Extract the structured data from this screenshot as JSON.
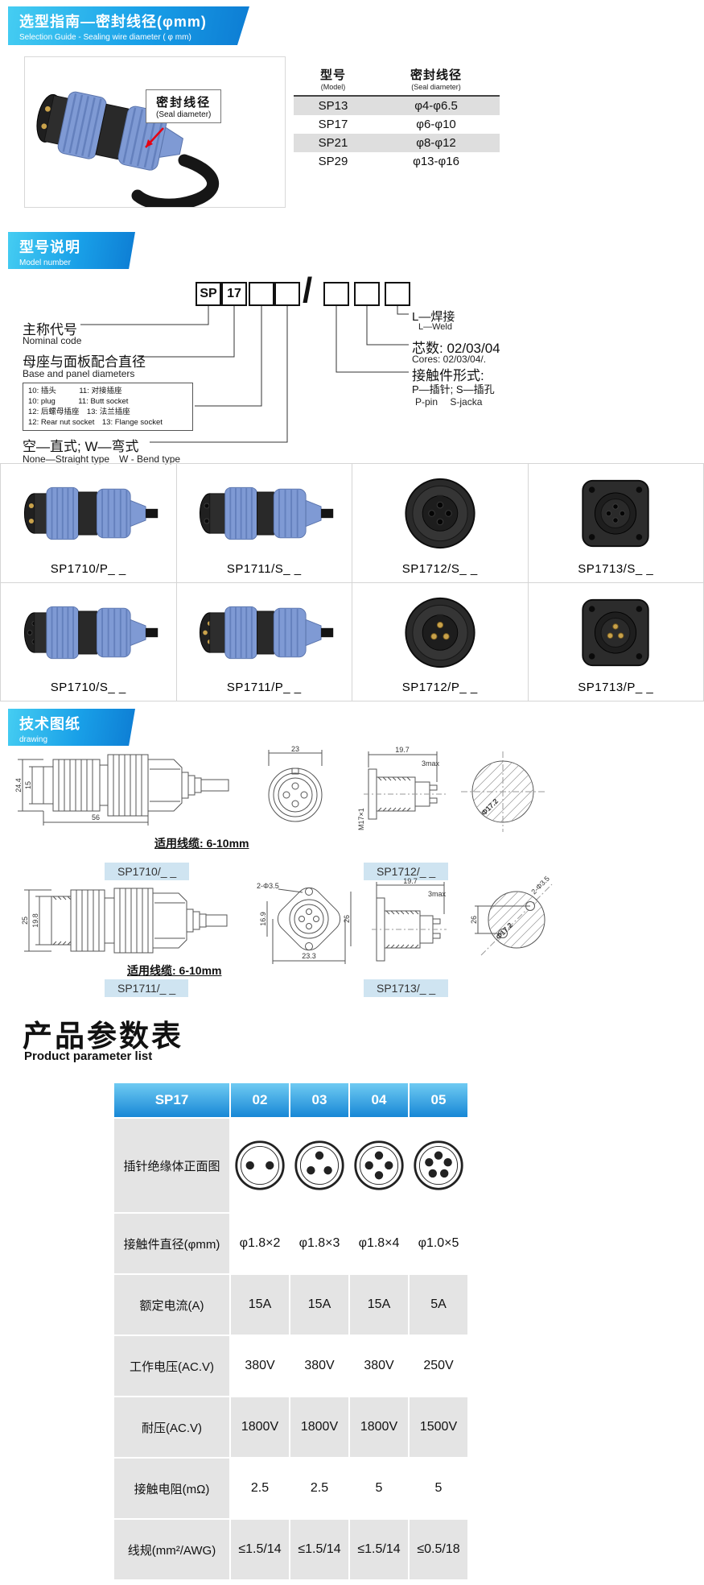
{
  "selection_guide": {
    "banner": {
      "title": "选型指南—密封线径(φmm)",
      "subtitle": "Selection Guide - Sealing wire diameter ( φ mm)"
    },
    "photo": {
      "label_cn": "密封线径",
      "label_en": "(Seal diameter)"
    },
    "table": {
      "columns": [
        {
          "title": "型号",
          "subtitle": "(Model)"
        },
        {
          "title": "密封线径",
          "subtitle": "(Seal diameter)"
        }
      ],
      "rows": [
        {
          "model": "SP13",
          "diameter": "φ4-φ6.5"
        },
        {
          "model": "SP17",
          "diameter": "φ6-φ10"
        },
        {
          "model": "SP21",
          "diameter": "φ8-φ12"
        },
        {
          "model": "SP29",
          "diameter": "φ13-φ16"
        }
      ]
    }
  },
  "model_number": {
    "banner": {
      "title": "型号说明",
      "subtitle": "Model number"
    },
    "code_boxes": [
      "SP",
      "17",
      "",
      ""
    ],
    "slash": "/",
    "suffix_boxes": [
      "",
      "",
      ""
    ],
    "left_labels": {
      "nominal_cn": "主称代号",
      "nominal_en": "Nominal code",
      "base_cn": "母座与面板配合直径",
      "base_en": "Base and panel diameters",
      "options": [
        "10: 插头　　　11: 对接插座",
        "10: plug　　　11: Butt socket",
        "12: 后螺母插座　13: 法兰插座",
        "12: Rear nut socket　13: Flange socket"
      ],
      "bend_cn": "空—直式; W—弯式",
      "bend_en": "None—Straight type　W - Bend type"
    },
    "right_labels": {
      "weld_cn": "L—焊接",
      "weld_en": "L—Weld",
      "cores_cn": "芯数: 02/03/04",
      "cores_en": "Cores: 02/03/04/.",
      "contact_cn": "接触件形式:",
      "contact_cn2": "P—插针;  S—插孔",
      "contact_en": "P-pin　 S-jacka"
    }
  },
  "products": {
    "cells": [
      {
        "label": "SP1710/P_ _"
      },
      {
        "label": "SP1711/S_ _"
      },
      {
        "label": "SP1712/S_ _"
      },
      {
        "label": "SP1713/S_ _"
      },
      {
        "label": "SP1710/S_ _"
      },
      {
        "label": "SP1711/P_ _"
      },
      {
        "label": "SP1712/P_ _"
      },
      {
        "label": "SP1713/P_ _"
      }
    ]
  },
  "drawings": {
    "banner": {
      "title": "技术图纸",
      "subtitle": "drawing"
    },
    "sp1710": {
      "label": "SP1710/_ _",
      "cable_note": "适用线缆: 6-10mm",
      "dim_height": "24.4",
      "dim_inner": "15",
      "dim_length": "56"
    },
    "front_view": {
      "dim": "23"
    },
    "sp1712": {
      "label": "SP1712/_ _",
      "dim_length": "19.7",
      "dim_panel": "3max",
      "dim_thread": "M17×1"
    },
    "cutout_round": {
      "dim": "Φ17.2"
    },
    "sp1711": {
      "label": "SP1711/_ _",
      "cable_note": "适用线缆: 6-10mm",
      "dim_height": "25",
      "dim_inner": "19.8"
    },
    "sp1713_front": {
      "dim_width": "23.3",
      "dim_inner": "16.9",
      "dim_spacing": "26",
      "dim_holes": "2-Φ3.5"
    },
    "sp1713": {
      "label": "SP1713/_ _",
      "dim_length": "19.7",
      "dim_panel": "3max"
    },
    "cutout_flange": {
      "dim_holes": "2-Φ3.5",
      "dim_hole": "Φ17.2",
      "dim_spacing": "26"
    }
  },
  "parameters": {
    "heading_cn": "产品参数表",
    "heading_en": "Product parameter list",
    "table": {
      "header": [
        "SP17",
        "02",
        "03",
        "04",
        "05"
      ],
      "pin_row_label": "插针绝缘体正面图",
      "pin_counts": [
        2,
        3,
        4,
        5
      ],
      "rows": [
        {
          "label": "接触件直径(φmm)",
          "values": [
            "φ1.8×2",
            "φ1.8×3",
            "φ1.8×4",
            "φ1.0×5"
          ]
        },
        {
          "label": "额定电流(A)",
          "values": [
            "15A",
            "15A",
            "15A",
            "5A"
          ]
        },
        {
          "label": "工作电压(AC.V)",
          "values": [
            "380V",
            "380V",
            "380V",
            "250V"
          ]
        },
        {
          "label": "耐压(AC.V)",
          "values": [
            "1800V",
            "1800V",
            "1800V",
            "1500V"
          ]
        },
        {
          "label": "接触电阻(mΩ)",
          "values": [
            "2.5",
            "2.5",
            "5",
            "5"
          ]
        },
        {
          "label": "线规(mm²/AWG)",
          "values": [
            "≤1.5/14",
            "≤1.5/14",
            "≤1.5/14",
            "≤0.5/18"
          ]
        }
      ]
    }
  },
  "colors": {
    "banner_gradient_from": "#45cdf2",
    "banner_gradient_to": "#0d7cd3",
    "table_header_from": "#6fcbf2",
    "table_header_to": "#1787d6",
    "row_gray": "#e4e4e4",
    "connector_blue": "#7f9ad4",
    "arrow_red": "#e60012",
    "drawing_label_bg": "#cfe4f1"
  }
}
